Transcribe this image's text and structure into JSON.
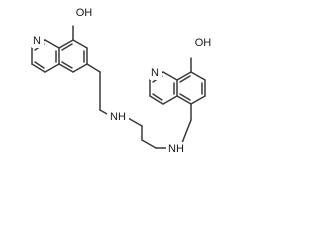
{
  "structure": {
    "labels": {
      "oh_top": "OH",
      "n_ring_top": "N",
      "nh_left": "NH",
      "oh_right": "OH",
      "n_ring_right": "N",
      "nh_right": "NH"
    }
  }
}
